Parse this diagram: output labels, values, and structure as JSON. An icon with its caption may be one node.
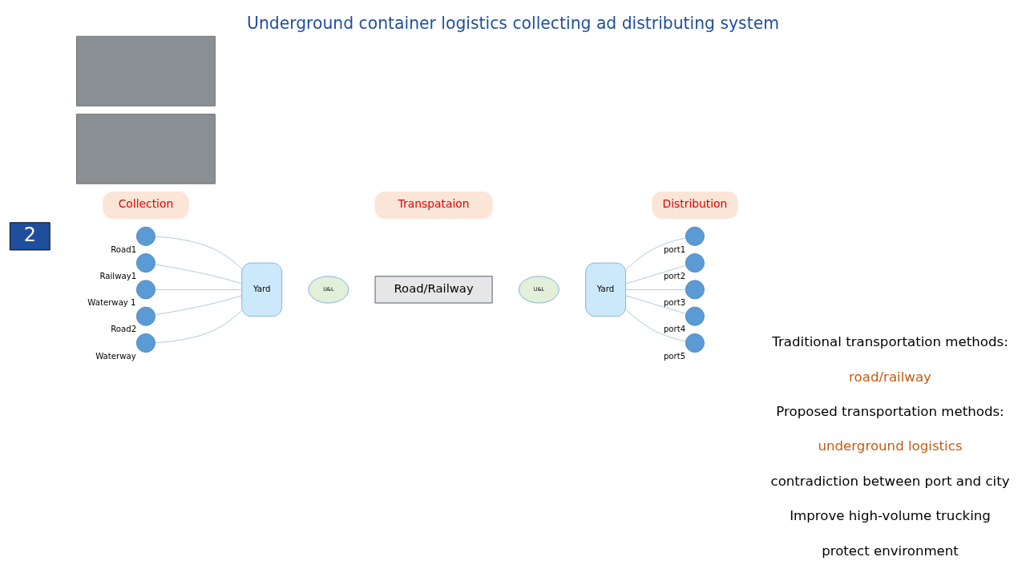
{
  "diagram": {
    "title": "Underground container logistics collecting ad distributing system",
    "nodes": [
      {
        "text": [
          "Yard"
        ]
      },
      {
        "text": [
          "U&L"
        ]
      },
      {
        "text": [
          "Road/Railway"
        ]
      },
      {
        "text": [
          "U&L"
        ]
      },
      {
        "text": [
          "Yard"
        ]
      },
      {
        "text": [],
        "shape": "circle",
        "beside": [
          "Road1"
        ]
      },
      {
        "text": [],
        "shape": "circle",
        "beside": [
          "Railway1"
        ]
      },
      {
        "text": [],
        "shape": "circle",
        "beside": [
          "Waterway 1"
        ]
      },
      {
        "text": [],
        "shape": "circle",
        "beside": [
          "Road2"
        ]
      },
      {
        "text": [],
        "shape": "circle",
        "beside": [
          "Waterway"
        ]
      },
      {
        "text": [],
        "shape": "circle",
        "beside": [
          "port1"
        ]
      },
      {
        "text": [],
        "shape": "circle",
        "beside": [
          "port2"
        ]
      },
      {
        "text": [],
        "shape": "circle",
        "beside": [
          "port3"
        ]
      },
      {
        "text": [],
        "shape": "circle",
        "beside": [
          "port4"
        ]
      },
      {
        "text": [],
        "shape": "circle",
        "beside": [
          "port5"
        ]
      },
      {
        "text": [
          "Collection"
        ]
      },
      {
        "text": [
          "Transpataion"
        ]
      },
      {
        "text": [
          "Distribution"
        ]
      },
      {
        "text": [],
        "shape": "box"
      },
      {
        "text": [],
        "shape": "box"
      }
    ],
    "edges": [
      {
        "from": 5,
        "to": 0,
        "arrow": "none"
      },
      {
        "from": 6,
        "to": 0,
        "arrow": "none"
      },
      {
        "from": 7,
        "to": 0,
        "arrow": "none"
      },
      {
        "from": 8,
        "to": 0,
        "arrow": "none"
      },
      {
        "from": 9,
        "to": 0,
        "arrow": "none"
      },
      {
        "from": 4,
        "to": 10,
        "arrow": "none"
      },
      {
        "from": 4,
        "to": 11,
        "arrow": "none"
      },
      {
        "from": 4,
        "to": 12,
        "arrow": "none"
      },
      {
        "from": 4,
        "to": 13,
        "arrow": "none"
      },
      {
        "from": 4,
        "to": 14,
        "arrow": "none"
      }
    ],
    "labels": [
      "2",
      "Traditional transportation methods:",
      "road/railway",
      "Proposed transportation methods:",
      "underground logistics",
      "contradiction between port and city",
      "Improve high-volume trucking",
      "protect environment"
    ]
  }
}
